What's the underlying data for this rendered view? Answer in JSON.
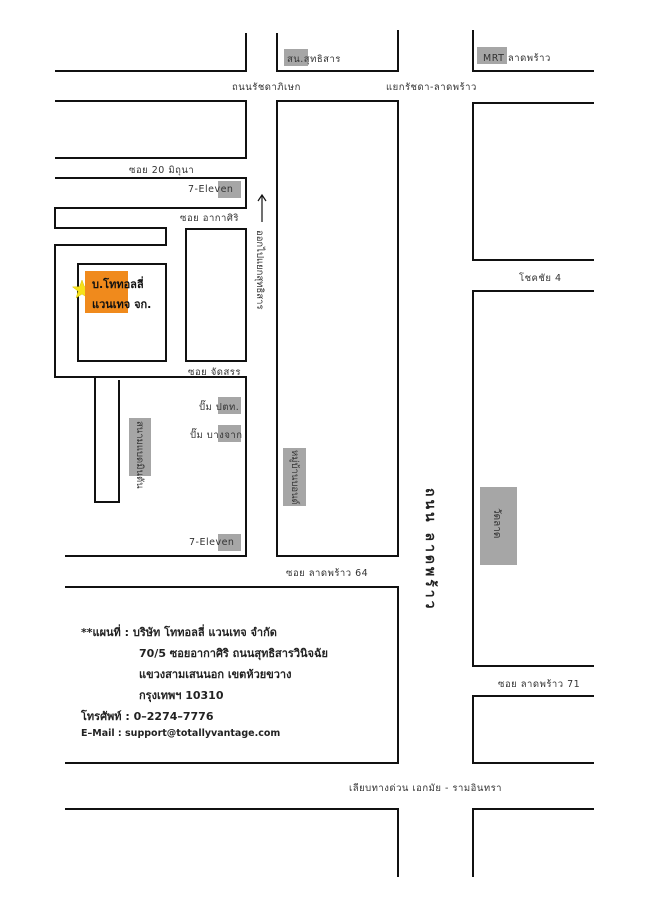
{
  "labels": {
    "sutthisan_station": "สน.สุทธิสาร",
    "mrt_ladprao": "MRT ลาดพร้าว",
    "ratchadaphisek_road": "ถนนรัชดาภิเษก",
    "ratchada_ladprao_junction": "แยกรัชดา-ลาดพร้าว",
    "soi_20_mithuna": "ซอย 20 มิถุนา",
    "seven_eleven_top": "7-Eleven",
    "soi_arkasiri": "ซอย อากาศิริ",
    "exit_arrow_text": "ออกไปแยกสุทธิสาร",
    "soi_chatsorn": "ซอย จัดสรร",
    "ptt_station": "ปั๊ม ปตท.",
    "bangchak_station": "ปั๊ม บางจาก",
    "badminton_court": "สนามแบดมินตัน",
    "village": "หมู่บ้านบอนด์",
    "seven_eleven_bottom": "7-Eleven",
    "soi_ladprao_64": "ซอย ลาดพร้าว 64",
    "chokchai_4": "โชคชัย 4",
    "ladprao_road": "ถนน ลาดพร้าว",
    "temple": "วัดลาด",
    "soi_ladprao_71": "ซอย ลาดพร้าว 71",
    "expressway": "เลียบทางด่วน เอกมัย - รามอินทรา"
  },
  "company": {
    "line1": "บ.โททอลลี่",
    "line2": "แวนเทจ จก."
  },
  "info": {
    "map_title": "**แผนที่ : บริษัท โททอลลี่ แวนเทจ จำกัด",
    "address_line1": "70/5 ซอยอากาศิริ ถนนสุทธิสารวินิจฉัย",
    "address_line2": "แขวงสามเสนนอก เขตห้วยขวาง",
    "address_line3": "กรุงเทพฯ 10310",
    "phone": "โทรศัพท์ : 0–2274–7776",
    "email": "E–Mail : support@totallyvantage.com"
  },
  "colors": {
    "company_marker": "#f08a1c",
    "landmark_fill": "#a6a6a6",
    "star": "#f7e11a",
    "road_line": "#111111"
  },
  "icons": {
    "company_location": "star-icon",
    "exit_direction": "arrow-up-icon"
  }
}
